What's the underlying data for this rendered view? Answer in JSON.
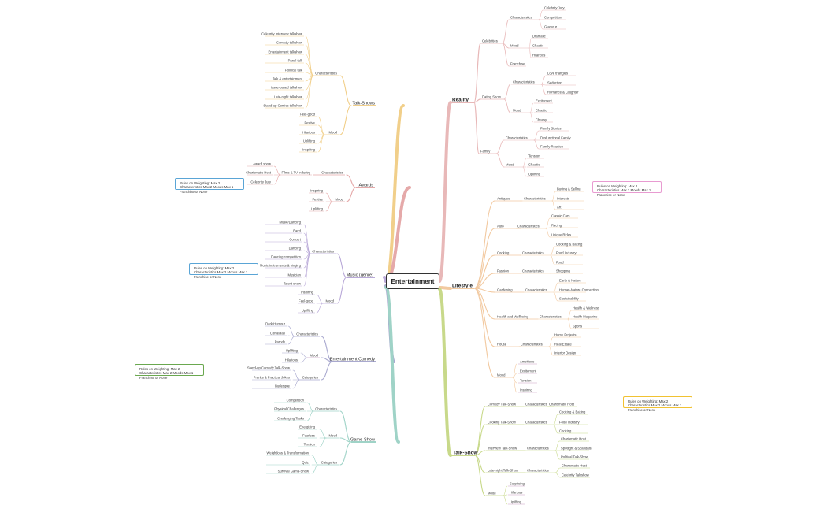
{
  "root": "Entertainment",
  "notes": {
    "rules": "Rules on Weighting: Max 2 Characteristics Max 2 Moods Max 1 Franchise or None"
  },
  "colors": {
    "reality": "#e8b8b8",
    "lifestyle": "#f2c9a0",
    "talkshow_right": "#c8d98a",
    "talkshows_left": "#f1cf8a",
    "awards": "#e5a9a9",
    "music": "#b9a9d8",
    "comedy": "#a9a9cf",
    "gameshow": "#9fd3c7",
    "note_blue": "#5aa5d6",
    "note_pink": "#e89bd1",
    "note_yellow": "#f1c232",
    "note_green": "#6aa84f"
  },
  "branches": {
    "reality": {
      "label": "Reality",
      "celebrities": {
        "label": "Celebrities",
        "characteristics": "Characteristics",
        "char_items": [
          "Celebrity Jury",
          "Competition",
          "Glamour"
        ],
        "mood": "Mood",
        "mood_items": [
          "Dramatic",
          "Chaotic",
          "Hilarious"
        ],
        "franchise": "Franchise"
      },
      "dating": {
        "label": "Dating Show",
        "characteristics": "Characteristics",
        "char_items": [
          "Love triangles",
          "Seduction",
          "Romance & Laughter"
        ],
        "mood": "Mood",
        "mood_items": [
          "Excitement",
          "Chaotic",
          "Cheesy"
        ]
      },
      "family": {
        "label": "Family",
        "characteristics": "Characteristics",
        "char_items": [
          "Family Stories",
          "Dysfunctional Family",
          "Family Reunion"
        ],
        "mood": "Mood",
        "mood_items": [
          "Tension",
          "Chaotic",
          "Uplifting"
        ]
      }
    },
    "lifestyle": {
      "label": "Lifestyle",
      "characteristics": "Characteristics",
      "antiques": {
        "label": "Antiques",
        "items": [
          "Buying & Selling",
          "Interests",
          "Art"
        ]
      },
      "auto": {
        "label": "Auto",
        "items": [
          "Classic Cars",
          "Racing",
          "Unique Rides"
        ]
      },
      "cooking": {
        "label": "Cooking",
        "items": [
          "Cooking & Baking",
          "Food Industry",
          "Food"
        ]
      },
      "fashion": {
        "label": "Fashion",
        "items": [
          "Shopping"
        ]
      },
      "gardening": {
        "label": "Gardening",
        "items": [
          "Earth & Nature",
          "Human-Nature Connection",
          "Sustainability"
        ]
      },
      "health": {
        "label": "Health and Wellbeing",
        "items": [
          "Health & Wellness",
          "Health Magazine",
          "Sports"
        ]
      },
      "house": {
        "label": "House",
        "items": [
          "Home Projects",
          "Real Estate",
          "Interior Design"
        ]
      },
      "mood": {
        "label": "Mood",
        "items": [
          "Ambitious",
          "Excitement",
          "Tension",
          "Inspiring"
        ]
      }
    },
    "talkshow": {
      "label": "Talk-Show",
      "characteristics": "Characteristics",
      "comedy": {
        "label": "Comedy Talk-Show",
        "items": [
          "Charismatic Host"
        ]
      },
      "cooking": {
        "label": "Cooking Talk-Show",
        "items": [
          "Cooking & Baking",
          "Food Industry",
          "Cooking"
        ]
      },
      "interview": {
        "label": "Interview Talk-Show",
        "items": [
          "Charismatic Host",
          "Spotlight & Scandals",
          "Political Talk-Show"
        ]
      },
      "latenight": {
        "label": "Late-night Talk-Show",
        "items": [
          "Charismatic Host",
          "Celebrity Talkshow"
        ]
      },
      "mood": {
        "label": "Mood",
        "items": [
          "Surprising",
          "Hilarious",
          "Uplifting"
        ]
      }
    },
    "talkshows": {
      "label": "Talk-Shows",
      "characteristics": "Characteristics",
      "char_items": [
        "Celebrity Interview talkshow",
        "Comedy talkshow",
        "Entertainment talkshow",
        "Panel talk",
        "Political talk",
        "Talk & entertainment",
        "Issue-based talkshow",
        "Late-night talkshow",
        "Stand-up Comics talkshow"
      ],
      "mood": "Mood",
      "mood_items": [
        "Feel-good",
        "Festive",
        "Hilarious",
        "Uplifting",
        "Inspiring"
      ]
    },
    "awards": {
      "label": "Awards",
      "characteristics": "Characteristics",
      "film": "Films & TV Industry",
      "film_items": [
        "Award show",
        "Charismatic Host",
        "Celebrity Jury"
      ],
      "mood": "Mood",
      "mood_items": [
        "Inspiring",
        "Festive",
        "Uplifting"
      ]
    },
    "music": {
      "label": "Music (genre)",
      "characteristics": "Characteristics",
      "char_items": [
        "Music/Dancing",
        "Band",
        "Concert",
        "Dancing",
        "Dancing competition",
        "Music instruments & singing",
        "Musician",
        "Talent show"
      ],
      "mood": "Mood",
      "mood_items": [
        "Inspiring",
        "Feel-good",
        "Uplifting"
      ]
    },
    "comedy": {
      "label": "Entertainment Comedy",
      "characteristics": "Characteristics",
      "char_items": [
        "Dark Humour",
        "Comedian",
        "Parody"
      ],
      "mood": "Mood",
      "mood_items": [
        "Uplifting",
        "Hilarious"
      ],
      "categories": "Categories",
      "cat_items": [
        "Stand-up Comedy Talk-Show",
        "Pranks & Practical Jokes",
        "Burlesque"
      ]
    },
    "gameshow": {
      "label": "Game-Show",
      "characteristics": "Characteristics",
      "char_items": [
        "Competition",
        "Physical Challenges",
        "Challenging Tasks"
      ],
      "mood": "Mood",
      "mood_items": [
        "Energizing",
        "Fearless",
        "Tension"
      ],
      "categories": "Categories",
      "cat_items": [
        "Weightloss & Transformation",
        "Quiz",
        "Survival Game-Show"
      ]
    }
  }
}
